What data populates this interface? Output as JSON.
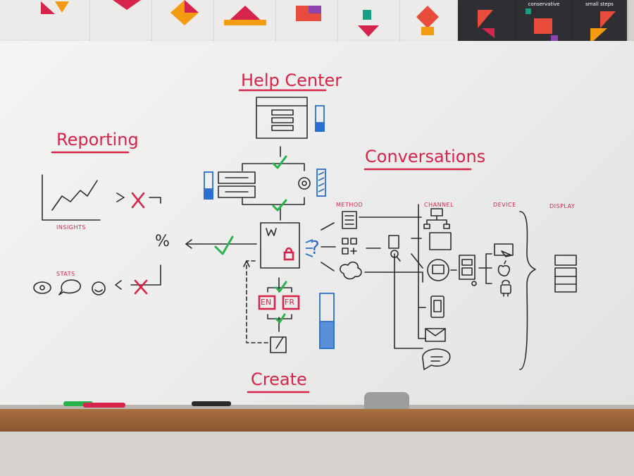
{
  "posters": {
    "conservative_label": "conservative",
    "small_steps_label": "small steps"
  },
  "whiteboard": {
    "help_center_title": "Help Center",
    "reporting_title": "Reporting",
    "conversations_title": "Conversations",
    "create_title": "Create",
    "insights_label": "INSIGHTS",
    "stats_label": "STATS",
    "method_label": "METHOD",
    "channel_label": "CHANNEL",
    "device_label": "DEVICE",
    "display_label": "DISPLAY",
    "lang_en": "EN",
    "lang_fr": "FR",
    "percent_symbol": "%"
  },
  "colors": {
    "marker_red": "#d6244a",
    "marker_green": "#2bb24c",
    "marker_blue": "#2a6fcf",
    "marker_black": "#2b2b2b",
    "ledge_wood": "#9a6136"
  }
}
